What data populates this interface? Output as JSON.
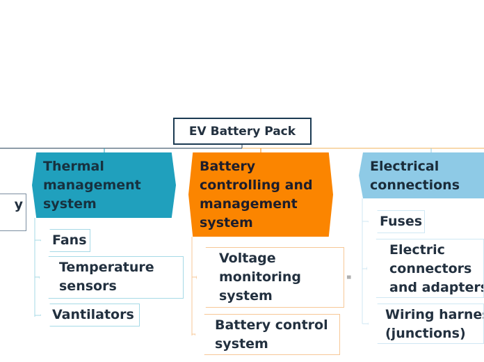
{
  "root": {
    "label": "EV Battery Pack"
  },
  "left_partial": {
    "label": "y"
  },
  "branches": [
    {
      "label": "Thermal management system",
      "color": "#20a0bd",
      "children": [
        "Fans",
        "Temperature sensors",
        "Vantilators"
      ]
    },
    {
      "label": "Battery controlling and management system",
      "color": "#fb8500",
      "children": [
        "Voltage monitoring system",
        "Battery control system"
      ]
    },
    {
      "label": "Electrical connections",
      "color": "#8ecae6",
      "children": [
        "Fuses",
        "Electric connectors and adapters",
        "Wiring harness (junctions)"
      ]
    }
  ],
  "collapse_handle": {
    "icon": "menu-icon",
    "glyph": "≡"
  }
}
